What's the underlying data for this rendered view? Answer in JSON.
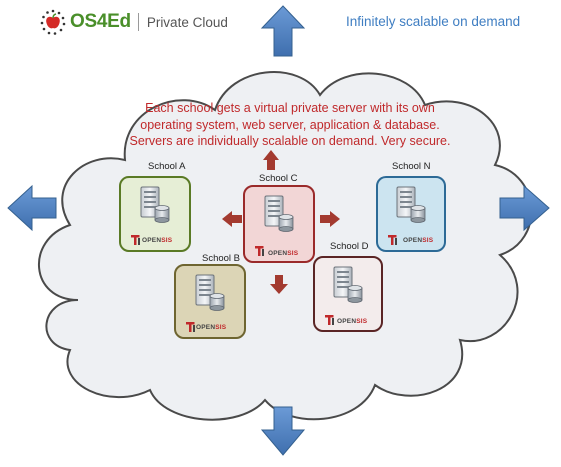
{
  "header": {
    "brand": "OS4Ed",
    "product": "Private Cloud",
    "tagline": "Infinitely scalable on demand"
  },
  "cloud": {
    "description_lines": [
      "Each school gets a virtual private server with its own",
      "operating system, web server, application & database.",
      "Servers are individually scalable on demand. Very secure."
    ]
  },
  "schools": [
    {
      "label": "School A",
      "color": "#e6eed6",
      "border": "#5a7a25"
    },
    {
      "label": "School B",
      "color": "#dcd5b6",
      "border": "#6e6530"
    },
    {
      "label": "School C",
      "color": "#f2d6d6",
      "border": "#9a2a2a"
    },
    {
      "label": "School D",
      "color": "#f3ecec",
      "border": "#5a2525"
    },
    {
      "label": "School N",
      "color": "#cce4f0",
      "border": "#2c6a96"
    }
  ],
  "server_brand": {
    "prefix": "OPEN",
    "suffix": "SIS",
    "icon": "server-database-icon"
  },
  "colors": {
    "big_arrow": "#4f81bd",
    "small_arrow": "#a33a2f",
    "cloud_fill": "#eef0f3",
    "cloud_stroke": "#4a4a4a",
    "logo_green": "#4a8f2a",
    "text_red": "#c0292b"
  }
}
